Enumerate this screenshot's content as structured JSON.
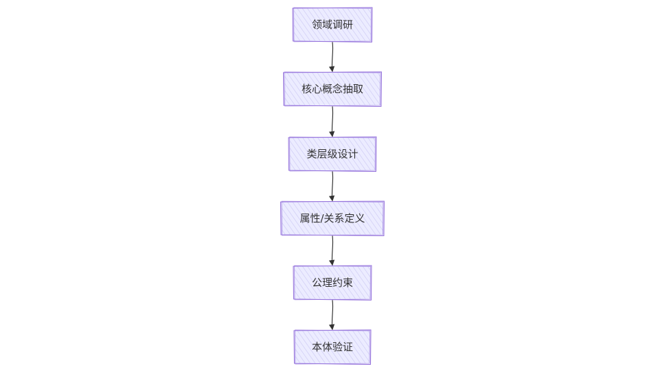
{
  "diagram": {
    "type": "flowchart",
    "direction": "top-to-bottom",
    "nodes": [
      {
        "id": "n1",
        "label": "领域调研"
      },
      {
        "id": "n2",
        "label": "核心概念抽取"
      },
      {
        "id": "n3",
        "label": "类层级设计"
      },
      {
        "id": "n4",
        "label": "属性/关系定义"
      },
      {
        "id": "n5",
        "label": "公理约束"
      },
      {
        "id": "n6",
        "label": "本体验证"
      }
    ],
    "edges": [
      {
        "from": "n1",
        "to": "n2"
      },
      {
        "from": "n2",
        "to": "n3"
      },
      {
        "from": "n3",
        "to": "n4"
      },
      {
        "from": "n4",
        "to": "n5"
      },
      {
        "from": "n5",
        "to": "n6"
      }
    ]
  },
  "colors": {
    "node_fill": "#ECECFF",
    "node_hatch": "#C9C6F2",
    "node_border": "#9370DB",
    "arrow": "#333333",
    "text": "#333333"
  }
}
